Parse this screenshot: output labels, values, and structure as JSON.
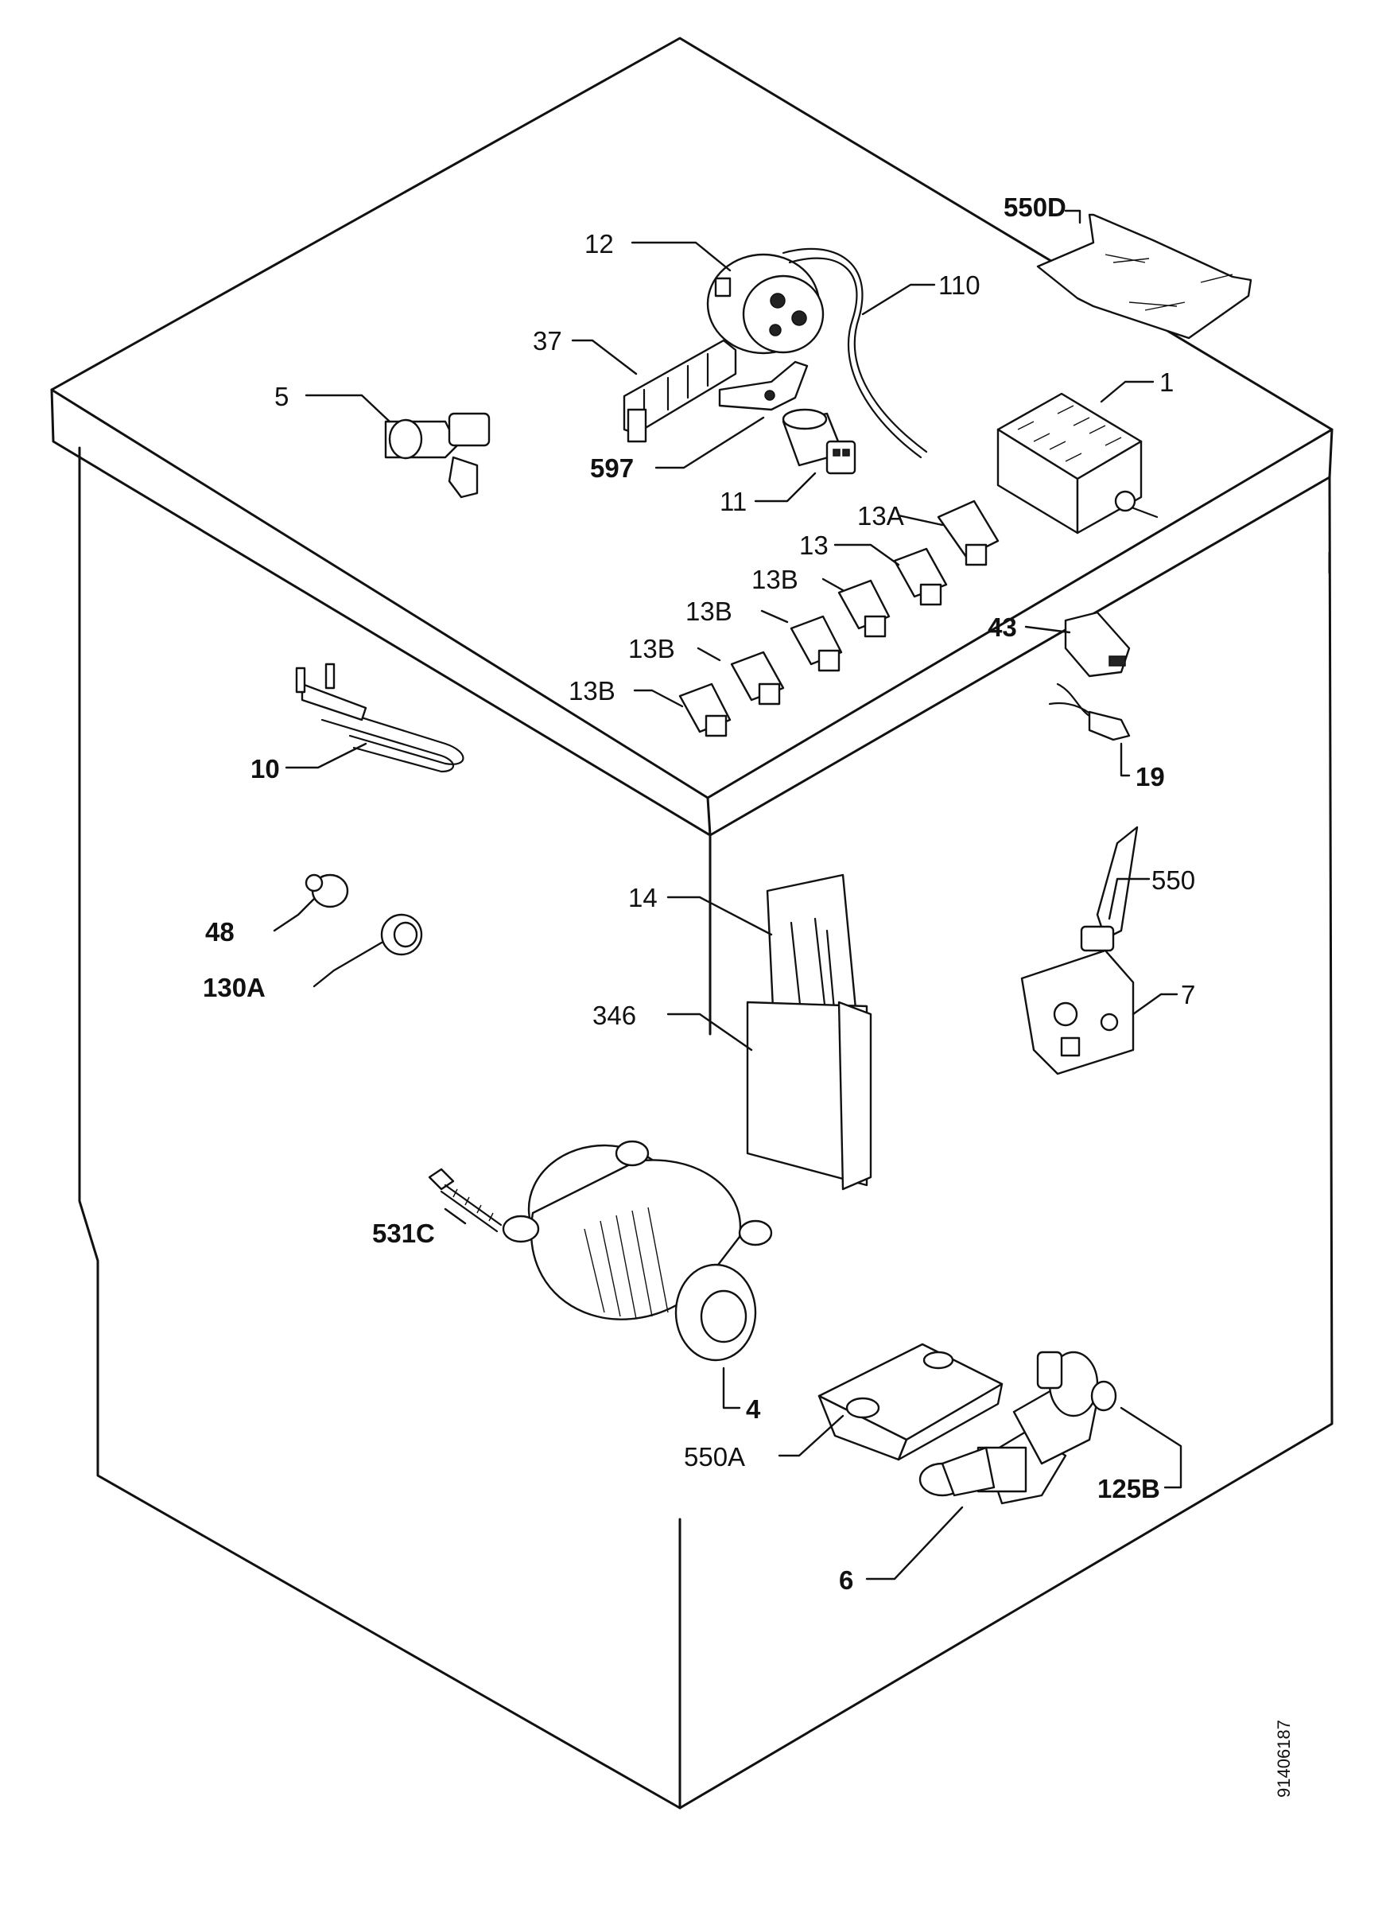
{
  "labels": {
    "p1": "1",
    "p4": "4",
    "p5": "5",
    "p6": "6",
    "p7": "7",
    "p10": "10",
    "p11": "11",
    "p12": "12",
    "p13": "13",
    "p13A": "13A",
    "p13B_1": "13B",
    "p13B_2": "13B",
    "p13B_3": "13B",
    "p13B_4": "13B",
    "p14": "14",
    "p19": "19",
    "p37": "37",
    "p43": "43",
    "p48": "48",
    "p110": "110",
    "p125B": "125B",
    "p130A": "130A",
    "p346": "346",
    "p531C": "531C",
    "p550": "550",
    "p550A": "550A",
    "p550D": "550D",
    "p597": "597"
  },
  "document_number": "91406187"
}
